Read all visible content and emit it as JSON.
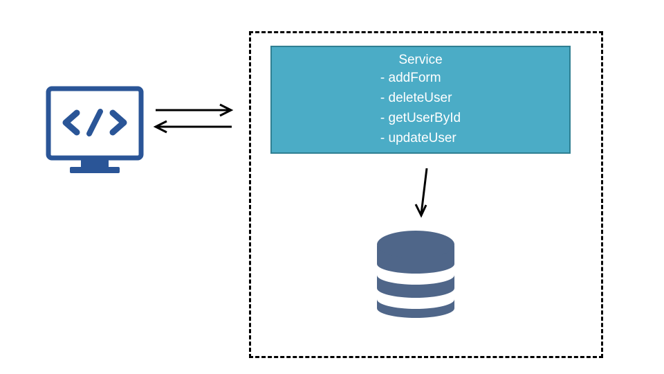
{
  "service": {
    "title": "Service",
    "methods": [
      "- addForm",
      "- deleteUser",
      "- getUserById",
      "- updateUser"
    ]
  },
  "icons": {
    "client": "code-monitor-icon",
    "database": "database-icon"
  },
  "colors": {
    "service_fill": "#4bacc6",
    "service_border": "#2f7f92",
    "service_text": "#ffffff",
    "monitor": "#2a5597",
    "database": "#4f6689",
    "arrows": "#000000",
    "boundary": "#000000"
  }
}
